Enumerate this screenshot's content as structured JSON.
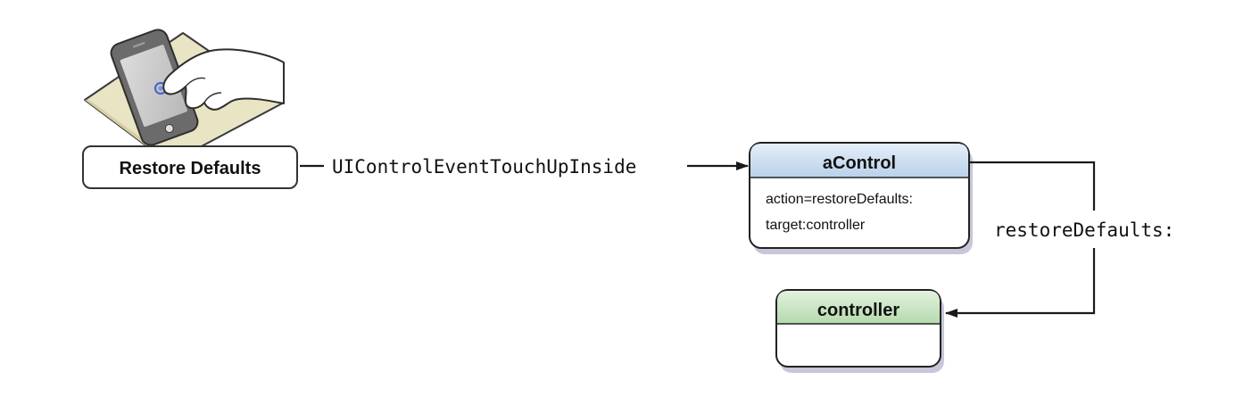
{
  "button": {
    "label": "Restore Defaults"
  },
  "event": {
    "label": "UIControlEventTouchUpInside"
  },
  "control": {
    "title": "aControl",
    "action_line": "action=restoreDefaults:",
    "target_line": "target:controller"
  },
  "message": {
    "label": "restoreDefaults:"
  },
  "controller": {
    "title": "controller"
  },
  "colors": {
    "control_header": "#c9def0",
    "controller_header": "#c6e3c0",
    "line": "#1a1a1a",
    "box_border": "#222222",
    "pad": "#e9e4c3"
  },
  "icons": {
    "touch": "hand-touching-phone-icon"
  }
}
